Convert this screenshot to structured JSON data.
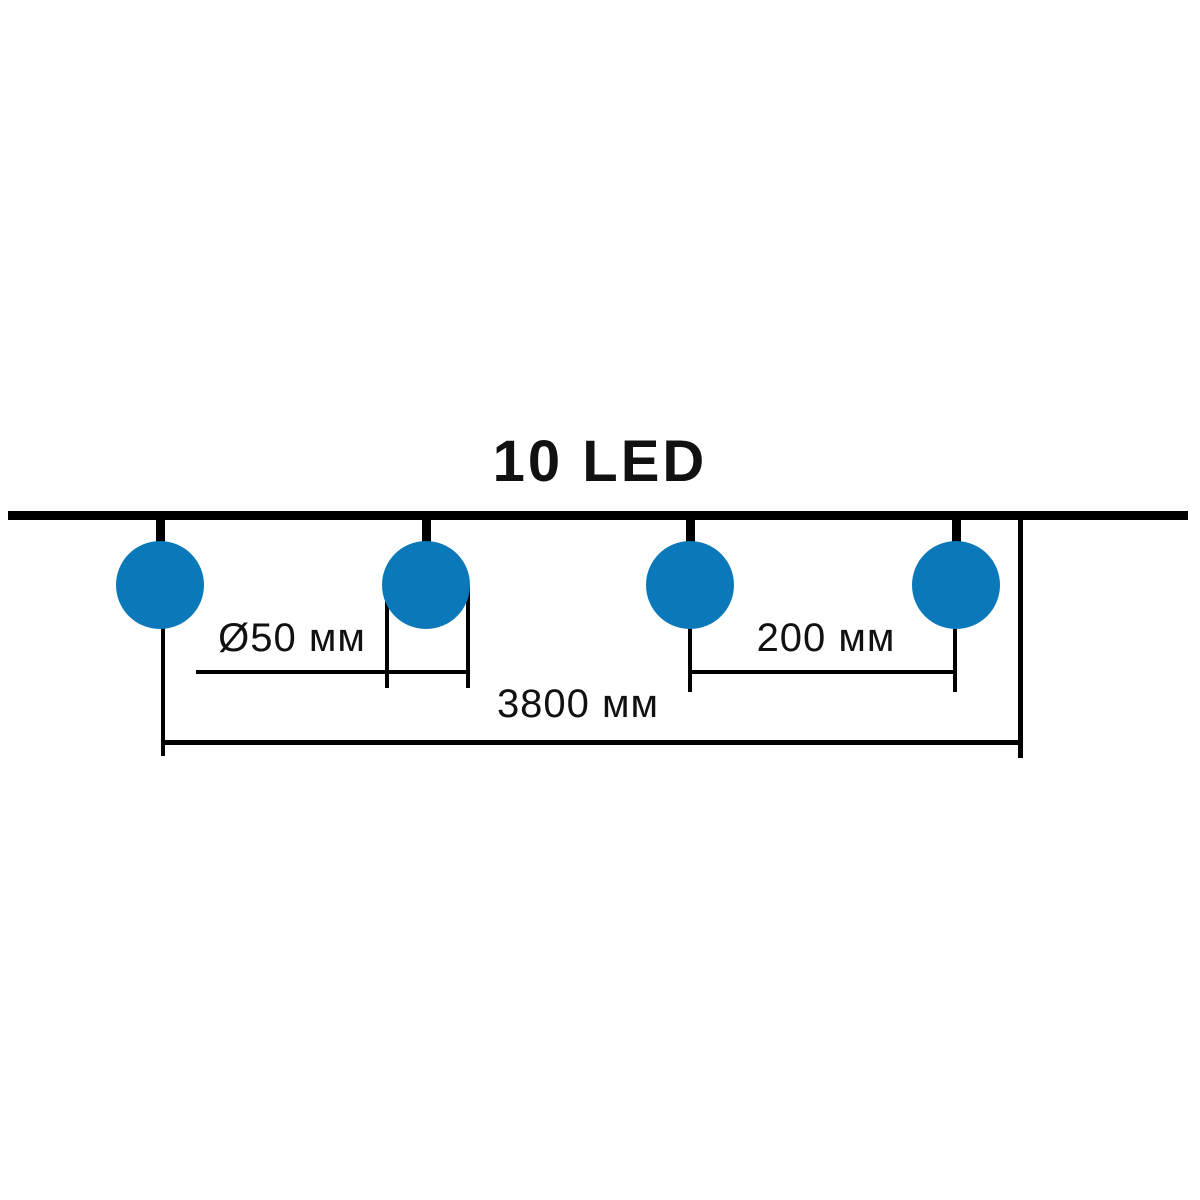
{
  "colors": {
    "bulb": "#0a78b9",
    "line": "#000000",
    "text": "#111111",
    "background": "#ffffff"
  },
  "diagram": {
    "title": "10 LED",
    "bulbs_shown": 4,
    "labels": {
      "diameter": "Ø50 мм",
      "spacing": "200 мм",
      "total_length": "3800 мм"
    }
  }
}
